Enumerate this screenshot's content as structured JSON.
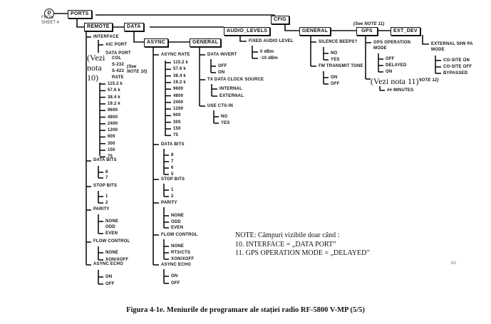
{
  "start": {
    "node": "D",
    "from_label_1": "FROM",
    "from_label_2": "SHEET 4"
  },
  "nodes": {
    "ports": "PORTS",
    "remote": "REMOTE",
    "data": "DATA",
    "async": "ASYNC",
    "general_data": "GENERAL",
    "audio_levels": "AUDIO_LEVELS",
    "cfig": "CFIG",
    "general_cfig": "GENERAL",
    "gps": "GPS",
    "ext_dev": "EXT_DEV"
  },
  "remote": {
    "interface": "INTERFACE",
    "interface_options": [
      "AIC PORT",
      "DATA PORT"
    ],
    "col": "COL",
    "s232": "S-232",
    "s422": "S-422",
    "rate": "RATE",
    "see_note_1": "(See",
    "see_note_2": "NOTE 10)",
    "rates": [
      "115.2 k",
      "57.6 k",
      "38.4 k",
      "19.2 k",
      "9600",
      "4800",
      "2400",
      "1200",
      "600",
      "300",
      "150",
      "75"
    ],
    "data_bits": "DATA BITS",
    "data_bits_options": [
      "8",
      "7"
    ],
    "stop_bits": "STOP BITS",
    "stop_bits_options": [
      "1",
      "2"
    ],
    "parity": "PARITY",
    "parity_options": [
      "NONE",
      "ODD",
      "EVEN"
    ],
    "flow_control": "FLOW CONTROL",
    "flow_control_options": [
      "NONE",
      "XON/XOFF"
    ],
    "async_echo": "ASYNC ECHO",
    "async_echo_options": [
      "ON",
      "OFF"
    ]
  },
  "async": {
    "async_rate": "ASYNC RATE",
    "rates": [
      "115.2 k",
      "57.6 k",
      "38.4 k",
      "19.2 k",
      "9600",
      "4800",
      "2400",
      "1200",
      "600",
      "300",
      "150",
      "75"
    ],
    "data_bits": "DATA BITS",
    "data_bits_options": [
      "8",
      "7",
      "6",
      "5"
    ],
    "stop_bits": "STOP BITS",
    "stop_bits_options": [
      "1",
      "2"
    ],
    "parity": "PARITY",
    "parity_options": [
      "NONE",
      "ODD",
      "EVEN"
    ],
    "flow_control": "FLOW CONTROL",
    "flow_control_options": [
      "NONE",
      "RTS/CTS",
      "XON/XOFF"
    ],
    "async_echo": "ASYNC ECHO",
    "async_echo_options": [
      "ON",
      "OFF"
    ]
  },
  "general_data": {
    "data_invert": "DATA INVERT",
    "data_invert_options": [
      "OFF",
      "ON"
    ],
    "tx_clock": "TX DATA CLOCK SOURCE",
    "tx_clock_options": [
      "INTERNAL",
      "EXTERNAL"
    ],
    "use_cts": "USE CTS-IN",
    "use_cts_options": [
      "NO",
      "YES"
    ]
  },
  "audio_levels": {
    "fixed": "FIXED AUDIO LEVEL",
    "options": [
      "0 dBm",
      "-10 dBm"
    ]
  },
  "general_cfig": {
    "silence": "SILENCE BEEPS?",
    "silence_options": [
      "NO",
      "YES"
    ],
    "fm_tone": "FM TRANSMIT TONE",
    "fm_tone_options": [
      "ON",
      "OFF"
    ]
  },
  "gps": {
    "see_note": "(See NOTE 11)",
    "mode_1": "GPS OPERATION",
    "mode_2": "MODE",
    "mode_options": [
      "OFF",
      "DELAYED",
      "ON"
    ],
    "minutes": "## MINUTES"
  },
  "ext_dev": {
    "pa_1": "EXTERNAL 50W PA",
    "pa_2": "MODE",
    "pa_options": [
      "CO-SITE ON",
      "CO-SITE OFF",
      "BYPASSED"
    ],
    "note12": "NOTE 12)"
  },
  "overlays": {
    "vezi10_1": "(Vezi",
    "vezi10_2": "nota",
    "vezi10_3": "10)",
    "vezi11": "(Vezi nota 11)"
  },
  "note": {
    "line1": "NOTE: Câmpuri vizibile doar când :",
    "line2": "10. INTERFACE = „DATA PORT”",
    "line3": "11. GPS OPERATION MODE = „DELAYED”"
  },
  "mark": "ED",
  "caption": "Figura 4-1e. Meniurile de programare ale stației radio RF-5800 V-MP (5/5)"
}
